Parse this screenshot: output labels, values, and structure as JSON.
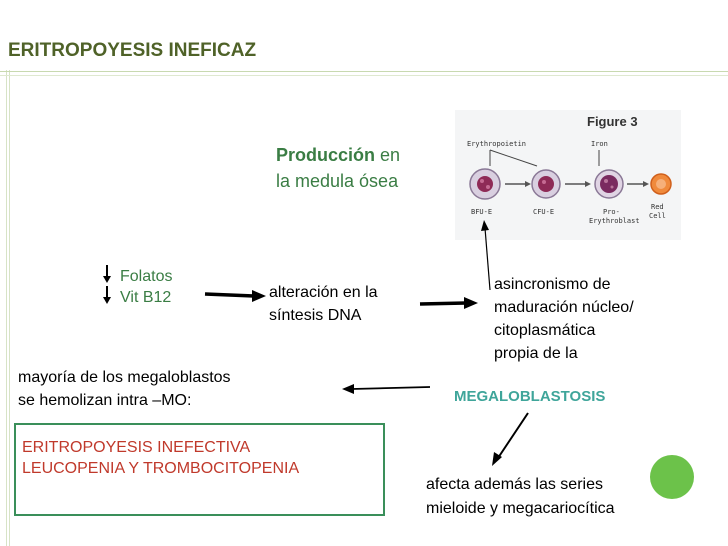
{
  "slide": {
    "title": "ERITROPOYESIS INEFICAZ",
    "produccion_bold": "Producción",
    "produccion_rest": " en",
    "produccion_line2": "la medula ósea",
    "folatos": "Folatos",
    "vitb12": "Vit B12",
    "alteracion_line1": "alteración en la",
    "alteracion_line2": "síntesis DNA",
    "asincronismo_lines": [
      "asincronismo de",
      "maduración núcleo/",
      "citoplasmática",
      "propia de la"
    ],
    "megaloblastosis": "MEGALOBLASTOSIS",
    "mayoria_line1": "mayoría de los megaloblastos",
    "mayoria_line2": "se hemolizan intra –MO:",
    "box_line1": "ERITROPOYESIS INEFECTIVA",
    "box_line2": " LEUCOPENIA Y TROMBOCITOPENIA",
    "afecta_line1": "afecta además las series",
    "afecta_line2": "mieloide y megacariocítica"
  },
  "figure": {
    "title": "Figure 3",
    "erythropoietin": "Erythropoietin",
    "iron": "Iron",
    "stage1": "BFU-E",
    "stage2": "CFU-E",
    "stage3_line1": "Pro-",
    "stage3_line2": "Erythroblast",
    "stage4_line1": "Red",
    "stage4_line2": "Cell"
  }
}
